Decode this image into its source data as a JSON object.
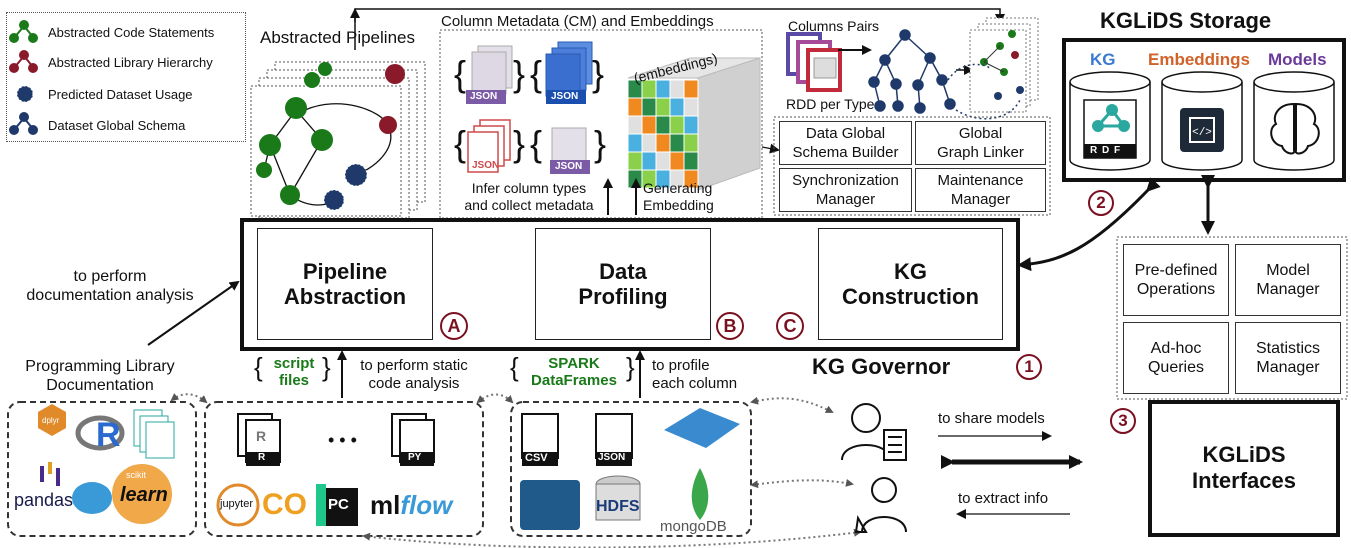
{
  "legend": {
    "items": [
      {
        "label": "Abstracted Code Statements",
        "color": "#1a7a1a"
      },
      {
        "label": "Abstracted Library Hierarchy",
        "color": "#8a1a2a"
      },
      {
        "label": "Predicted Dataset Usage",
        "color": "#1f3a6a"
      },
      {
        "label": "Dataset Global Schema",
        "color": "#1f3a6a"
      }
    ]
  },
  "top": {
    "abstracted_pipelines": "Abstracted Pipelines",
    "column_metadata": "Column Metadata (CM) and Embeddings",
    "columns_pairs": "Columns Pairs",
    "rdd_per_type": "RDD per Type",
    "embeddings_label": "(embeddings)",
    "json_label": "JSON",
    "infer_line1": "Infer column types",
    "infer_line2": "and collect metadata",
    "gen_line1": "Generating",
    "gen_line2": "Embedding"
  },
  "managers": {
    "schema_builder_1": "Data Global",
    "schema_builder_2": "Schema Builder",
    "graph_linker_1": "Global",
    "graph_linker_2": "Graph Linker",
    "sync_1": "Synchronization",
    "sync_2": "Manager",
    "maint_1": "Maintenance",
    "maint_2": "Manager"
  },
  "storage": {
    "title": "KGLiDS Storage",
    "kg": "KG",
    "embeddings": "Embeddings",
    "models": "Models",
    "rdf": "R D F",
    "kg_color": "#3a7ad0",
    "emb_color": "#d0622a",
    "models_color": "#6a3a9a"
  },
  "governor": {
    "pipeline_1": "Pipeline",
    "pipeline_2": "Abstraction",
    "profiling_1": "Data",
    "profiling_2": "Profiling",
    "kgc_1": "KG",
    "kgc_2": "Construction",
    "tag_a": "A",
    "tag_b": "B",
    "tag_c": "C",
    "label": "KG Governor",
    "num": "1"
  },
  "ops": {
    "predefined_1": "Pre-defined",
    "predefined_2": "Operations",
    "model_mgr_1": "Model",
    "model_mgr_2": "Manager",
    "adhoc_1": "Ad-hoc",
    "adhoc_2": "Queries",
    "stats_1": "Statistics",
    "stats_2": "Manager"
  },
  "nums": {
    "two": "2",
    "three": "3"
  },
  "interfaces": {
    "line1": "KGLiDS",
    "line2": "Interfaces"
  },
  "annotations": {
    "doc_analysis_1": "to perform",
    "doc_analysis_2": "documentation analysis",
    "prog_lib_1": "Programming Library",
    "prog_lib_2": "Documentation",
    "script_1": "script",
    "script_2": "files",
    "static_1": "to perform static",
    "static_2": "code analysis",
    "spark_1": "SPARK",
    "spark_2": "DataFrames",
    "profile_1": "to profile",
    "profile_2": "each column",
    "share_models": "to share models",
    "extract_info": "to extract info",
    "brace_open": "{",
    "brace_close": "}"
  },
  "libs": {
    "dplyr": "dplyr",
    "pandas": "pandas",
    "learn": "learn",
    "scikit": "scikit",
    "r": "R",
    "py": "PY",
    "dots": "• • •",
    "jupyter": "jupyter",
    "co": "CO",
    "pc": "PC",
    "ml": "ml",
    "flow": "flow"
  },
  "datasets": {
    "csv": "CSV",
    "json": "JSON",
    "hdfs": "HDFS",
    "mongo": "mongoDB"
  }
}
